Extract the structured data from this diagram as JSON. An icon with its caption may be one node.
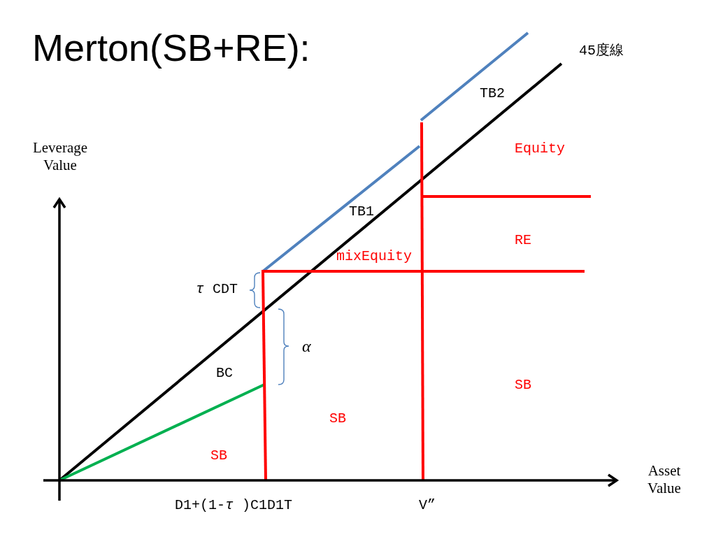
{
  "diagram": {
    "title": "Merton(SB+RE):",
    "labels": [
      "45度線",
      "TB2",
      "Equity",
      "Leverage Value",
      "TB1",
      "RE",
      "mixEquity",
      "*τ* CDT",
      "α",
      "BC",
      "SB",
      "SB",
      "SB",
      "Asset Value",
      "D1+(1-*τ* )C1D1T",
      "V”"
    ]
  }
}
